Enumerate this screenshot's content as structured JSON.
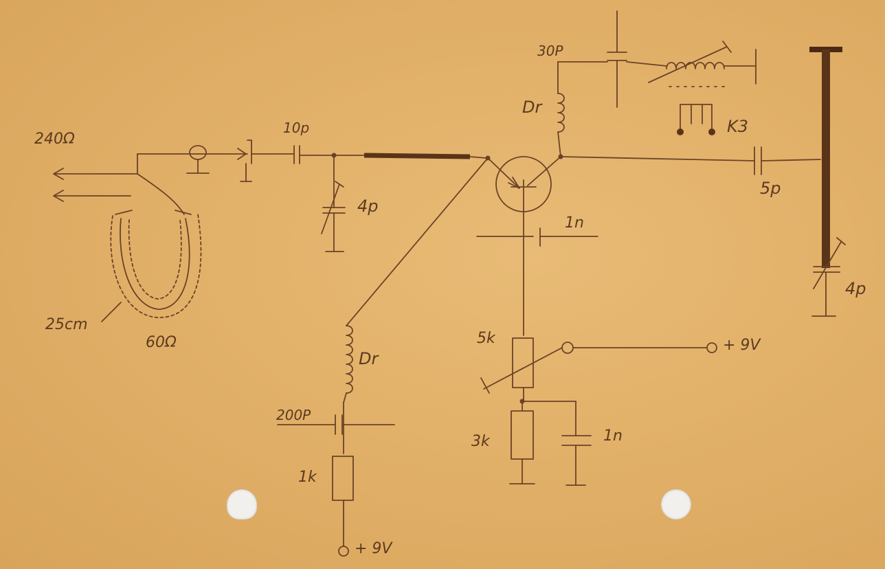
{
  "labels": {
    "input_impedance": "240Ω",
    "loop_length": "25cm",
    "loop_impedance": "60Ω",
    "input_cap": "10p",
    "trimmer_cap_1": "4p",
    "collector_cap": "30P",
    "choke_collector": "Dr",
    "relay": "K3",
    "output_cap": "5p",
    "trimmer_cap_2": "4p",
    "base_bypass_cap": "1n",
    "choke_emitter": "Dr",
    "cap_200p": "200P",
    "resistor_1k": "1k",
    "supply_bottom": "+ 9V",
    "pot_5k": "5k",
    "supply_right": "+ 9V",
    "resistor_3k": "3k",
    "cap_1n": "1n"
  },
  "colors": {
    "paper": "#e3b46c",
    "ink": "#6b4226",
    "ink_dark": "#5a3418"
  }
}
